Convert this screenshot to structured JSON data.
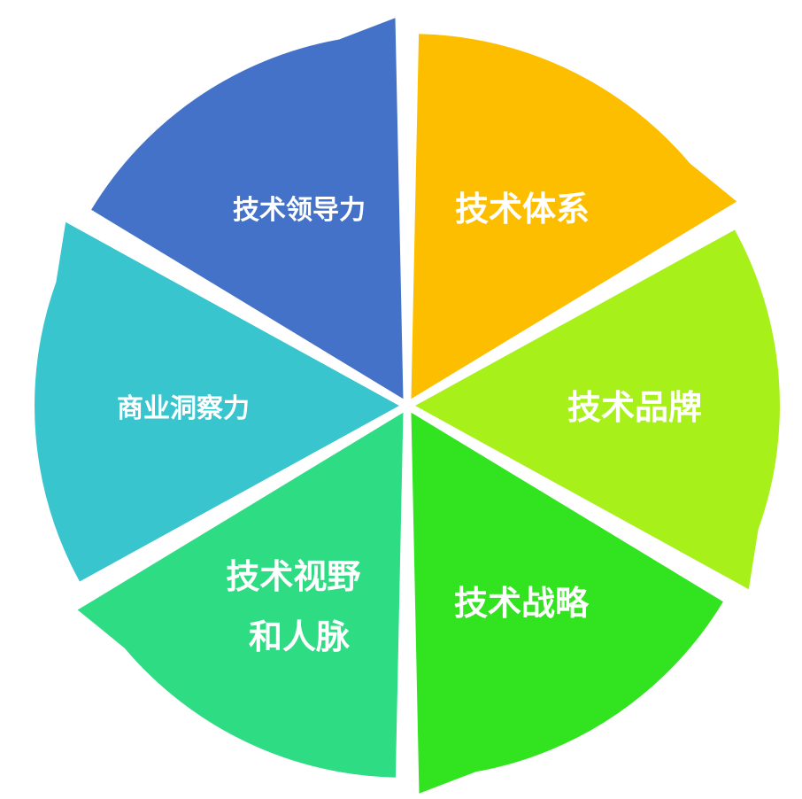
{
  "segments": [
    {
      "id": "tech-system",
      "lines": [
        "技术体系"
      ],
      "color": "#FDBE00"
    },
    {
      "id": "tech-brand",
      "lines": [
        "技术品牌"
      ],
      "color": "#A8F01A"
    },
    {
      "id": "tech-strategy",
      "lines": [
        "技术战略"
      ],
      "color": "#31E41F"
    },
    {
      "id": "tech-vision",
      "lines": [
        "技术视野",
        "和人脉"
      ],
      "color": "#2EDC84"
    },
    {
      "id": "biz-insight",
      "lines": [
        "商业洞察力"
      ],
      "color": "#38C5CE"
    },
    {
      "id": "tech-leadership",
      "lines": [
        "技术领导力"
      ],
      "color": "#4472C8"
    }
  ]
}
